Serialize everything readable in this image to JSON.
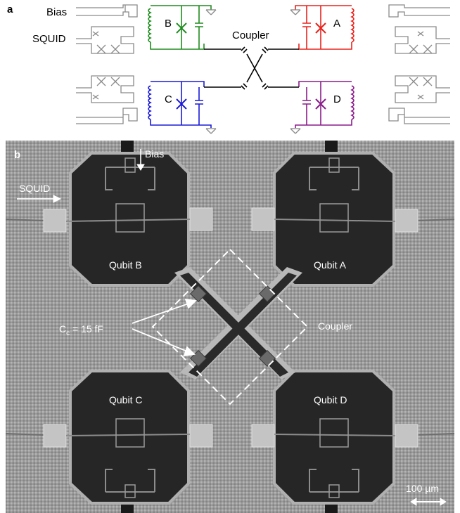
{
  "panel_a": {
    "letter": "a",
    "labels": {
      "bias": "Bias",
      "squid": "SQUID",
      "coupler": "Coupler",
      "qubit_a": "A",
      "qubit_b": "B",
      "qubit_c": "C",
      "qubit_d": "D"
    },
    "colors": {
      "qubit_a": "#e8221c",
      "qubit_b": "#1f8c1f",
      "qubit_c": "#1a1ad6",
      "qubit_d": "#8a1c8a",
      "control_lines": "#8a8a8a",
      "coupler": "#000000"
    }
  },
  "panel_b": {
    "letter": "b",
    "labels": {
      "bias": "Bias",
      "squid": "SQUID",
      "qubit_a": "Qubit A",
      "qubit_b": "Qubit B",
      "qubit_c": "Qubit C",
      "qubit_d": "Qubit D",
      "coupler": "Coupler",
      "cc_main": "C",
      "cc_sub": "c",
      "cc_value": " = 15 fF",
      "scale": "100 µm"
    }
  }
}
